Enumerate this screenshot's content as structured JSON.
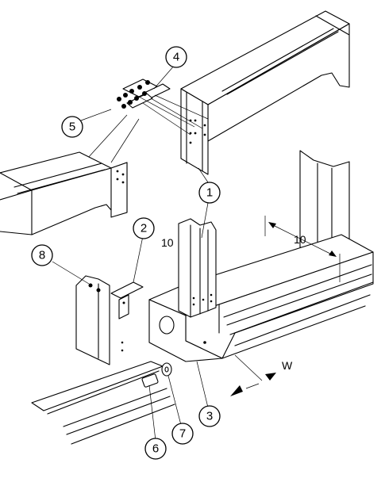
{
  "callouts": [
    {
      "number": "1"
    },
    {
      "number": "2"
    },
    {
      "number": "3"
    },
    {
      "number": "4"
    },
    {
      "number": "5"
    },
    {
      "number": "6"
    },
    {
      "number": "7"
    },
    {
      "number": "8"
    }
  ],
  "dimensions": {
    "post_width": "10",
    "beam_width": "10",
    "width_symbol": "W"
  }
}
